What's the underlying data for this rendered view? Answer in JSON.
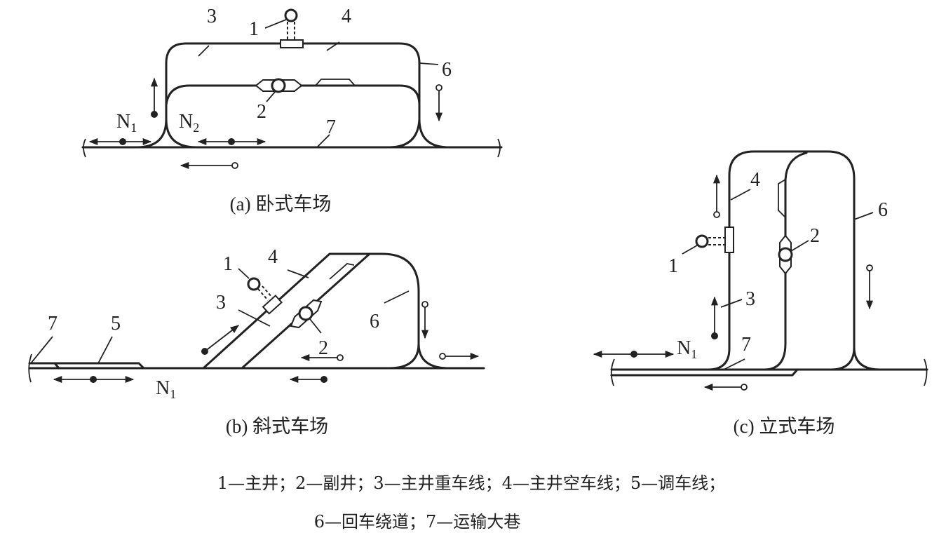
{
  "colors": {
    "ink": "#222222",
    "background": "#ffffff"
  },
  "labels": {
    "n1": "N",
    "n2": "N",
    "sub1": "1",
    "sub2": "2",
    "l1": "1",
    "l2": "2",
    "l3": "3",
    "l4": "4",
    "l5": "5",
    "l6": "6",
    "l7": "7"
  },
  "captions": {
    "a": "(a) 卧式车场",
    "b": "(b) 斜式车场",
    "c": "(c) 立式车场"
  },
  "legend": {
    "line1": "1—主井；2—副井；3—主井重车线；4—主井空车线；5—调车线；",
    "line2": "6—回车绕道；7—运输大巷"
  }
}
